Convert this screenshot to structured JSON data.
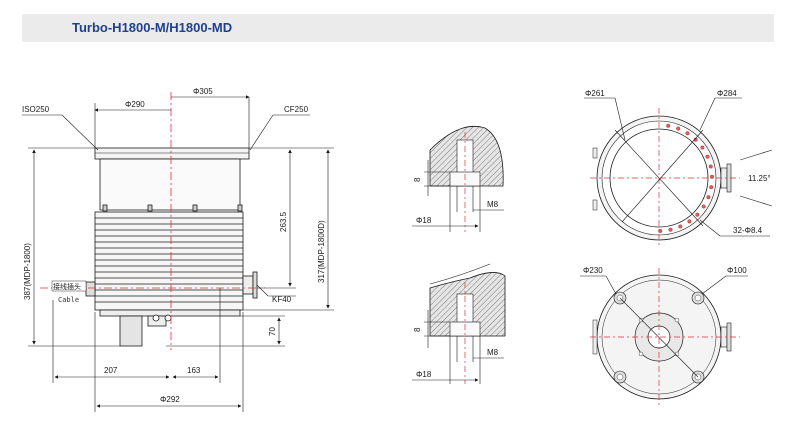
{
  "header": {
    "title": "Turbo-H1800-M/H1800-MD"
  },
  "side_view": {
    "inlet_flange": "ISO250",
    "outlet_flange": "CF250",
    "vent_flange": "KF40",
    "dim_top_inner": "Φ290",
    "dim_top_outer": "Φ305",
    "dim_overall_height": "387(MDP-1800)",
    "dim_height_mdp": "317(MDP-1800D)",
    "dim_body_height": "263.5",
    "dim_bottom": "70",
    "dim_left": "207",
    "dim_right": "163",
    "dim_base": "Φ292",
    "cable_cn": "接线插头",
    "cable_en": "Cable"
  },
  "detail_top": {
    "dim_height": "8",
    "dim_dia": "Φ18",
    "dim_thread": "M8"
  },
  "detail_bottom": {
    "dim_height": "8",
    "dim_dia": "Φ18",
    "dim_thread": "M8"
  },
  "top_view": {
    "dim_a": "Φ261",
    "dim_b": "Φ284",
    "dim_angle": "11.25°",
    "dim_holes": "32-Φ8.4"
  },
  "bottom_view": {
    "dim_a": "Φ230",
    "dim_b": "Φ100"
  },
  "colors": {
    "line": "#1a1a1a",
    "center": "#e03030",
    "hatch": "#555555",
    "title": "#1f3f8f"
  }
}
